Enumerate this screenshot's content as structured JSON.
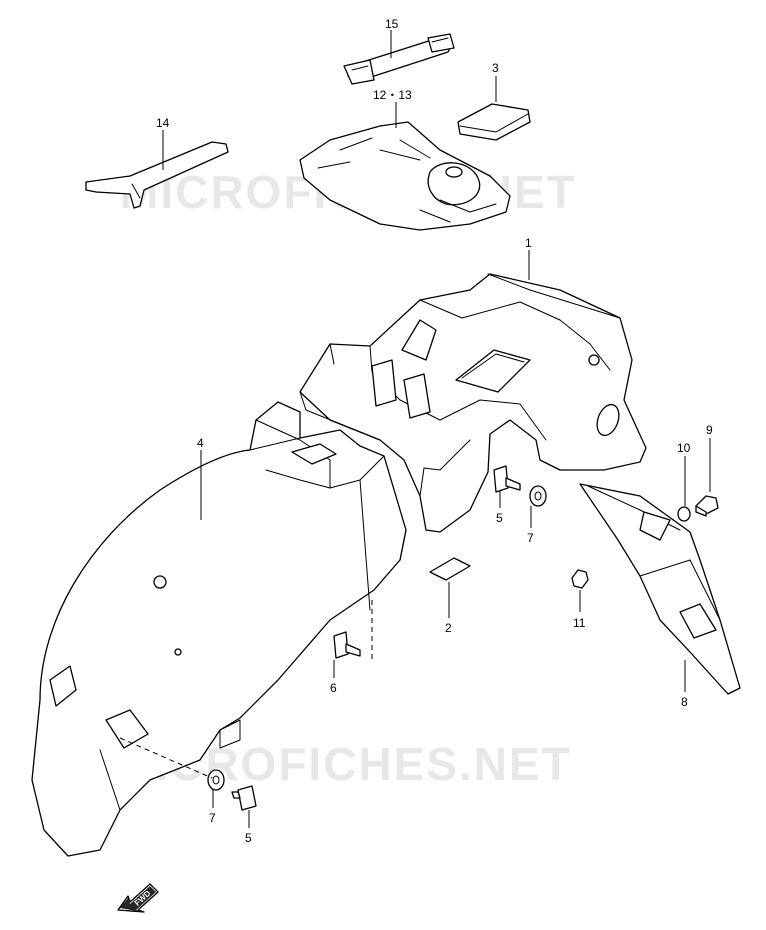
{
  "watermark": "MICROFICHES.NET",
  "direction_label": "FWD",
  "callouts": {
    "p1": "1",
    "p2": "2",
    "p3": "3",
    "p4": "4",
    "p5a": "5",
    "p5b": "5",
    "p6": "6",
    "p7a": "7",
    "p7b": "7",
    "p8": "8",
    "p9": "9",
    "p10": "10",
    "p11": "11",
    "p12_13": "12・13",
    "p14": "14",
    "p15": "15"
  },
  "colors": {
    "line": "#000000",
    "background": "#ffffff",
    "watermark": "#d8d8d8"
  }
}
